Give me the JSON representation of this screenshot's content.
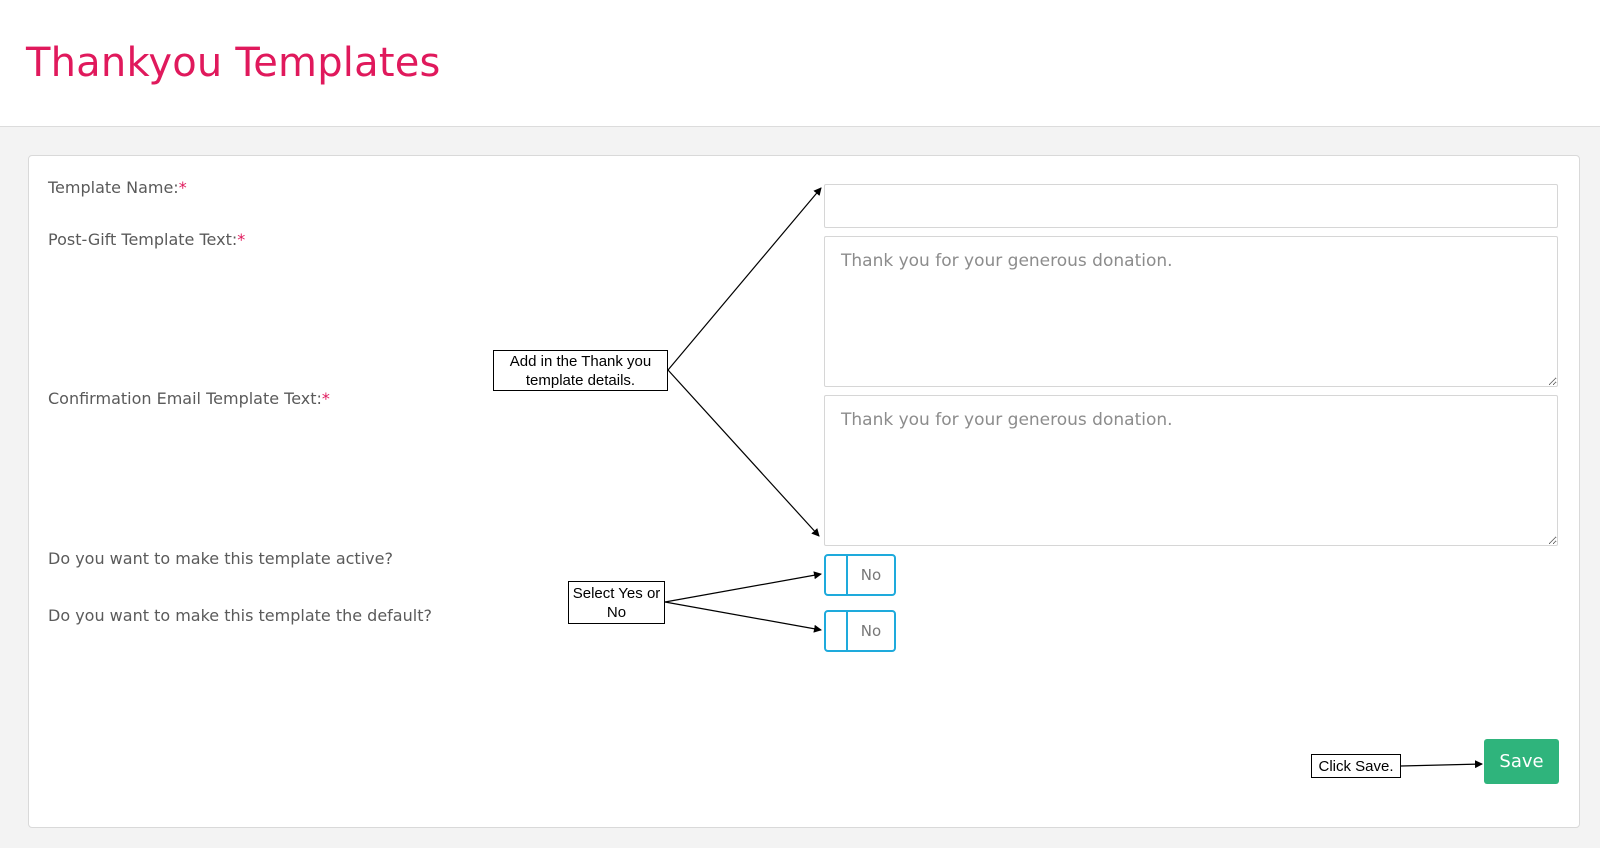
{
  "header": {
    "title": "Thankyou Templates"
  },
  "form": {
    "template_name": {
      "label": "Template Name:",
      "required_mark": "*",
      "value": ""
    },
    "post_gift": {
      "label": "Post-Gift Template Text:",
      "required_mark": "*",
      "placeholder": "Thank you for your generous donation."
    },
    "confirmation_email": {
      "label": "Confirmation Email Template Text:",
      "required_mark": "*",
      "placeholder": "Thank you for your generous donation."
    },
    "active": {
      "label": "Do you want to make this template active?",
      "toggle_value": "No"
    },
    "default": {
      "label": "Do you want to make this template the default?",
      "toggle_value": "No"
    },
    "save_label": "Save"
  },
  "annotations": {
    "details": "Add in the Thank you template details.",
    "select": "Select Yes or No",
    "save": "Click Save."
  },
  "colors": {
    "accent": "#e0195c",
    "toggle_border": "#1eaadc",
    "save_button": "#2fb47c"
  }
}
